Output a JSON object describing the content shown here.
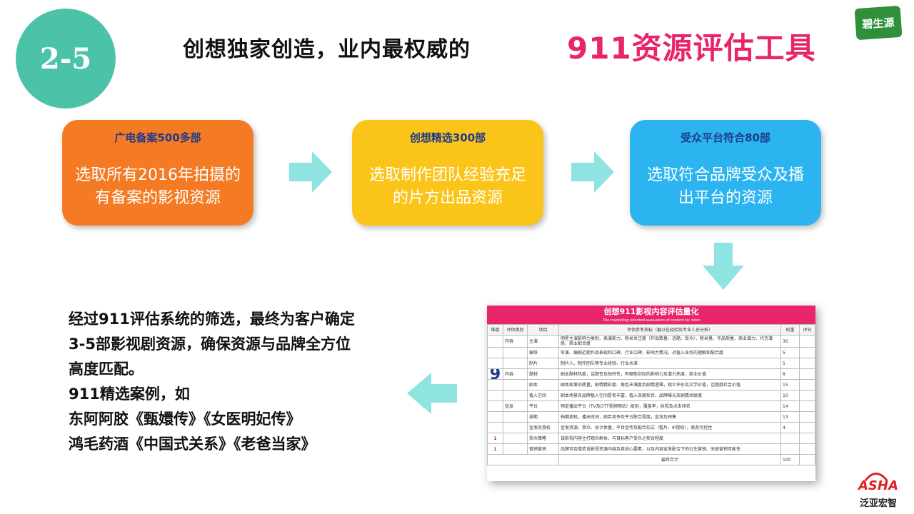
{
  "badge": "2-5",
  "title": {
    "main": "创想独家创造，业内最权威的",
    "accent": "911资源评估工具"
  },
  "logo_text": "碧生源",
  "steps": [
    {
      "head": "广电备案500多部",
      "body": "选取所有2016年拍摄的有备案的影视资源",
      "color": "#f47a24"
    },
    {
      "head": "创想精选300部",
      "body": "选取制作团队经验充足的片方出品资源",
      "color": "#fbc418"
    },
    {
      "head": "受众平台符合80部",
      "body": "选取符合品牌受众及播出平台的资源",
      "color": "#2bb4ef"
    }
  ],
  "summary": {
    "lines": [
      "经过911评估系统的筛选，最终为客户确定",
      "3-5部影视剧资源，确保资源与品牌全方位",
      "高度匹配。",
      "911精选案例，如",
      "东阿阿胶《甄嬛传》《女医明妃传》",
      "鸿毛药酒《中国式关系》《老爸当家》"
    ]
  },
  "table": {
    "title": "创想911影视内容评估量化",
    "subtitle": "The marketing oriented evaluation of content by inten",
    "headers": [
      "维度",
      "评估类别",
      "项目",
      "评估参考指标（据以往经验及专业人员分析）",
      "权重",
      "评分"
    ],
    "rows": [
      {
        "cat": "内容",
        "item": "主演",
        "desc": "明星主演影响力类别、表演能力、粉丝关注度（作品数量、话题、受众）、粉丝量、作品质量、商业潜力、代言潜质、商业配合度",
        "weight": "30"
      },
      {
        "cat": "",
        "item": "编导",
        "desc": "导演、编剧近期作品表现和口碑、行业口碑，影响力情况，对植入业务的理解和配合度",
        "weight": "5"
      },
      {
        "cat": "",
        "item": "制片",
        "desc": "制片人、制作团队等专业经验、行业水准",
        "weight": "5"
      },
      {
        "cat": "内容",
        "item": "题材",
        "desc": "剧本题材热度，话题性及独特性，有哪些实际的影响力及潜力热度，商业价值",
        "weight": "8"
      },
      {
        "cat": "",
        "item": "剧本",
        "desc": "剧本故事的质量，剧情精彩度、角色丰满度及剧情逻辑，观众评价及文学价值，话题度社会价值",
        "weight": "15"
      },
      {
        "cat": "",
        "item": "植入空间",
        "desc": "剧本场景及品牌植入空间是否丰富，植入深度契合，品牌曝光及剧情关联度",
        "weight": "10"
      },
      {
        "cat": "宣发",
        "item": "平台",
        "desc": "预定播出平台（TV及OTT视频网站）级别，覆盖率，收视及点击排名",
        "weight": "14"
      },
      {
        "cat": "",
        "item": "排期",
        "desc": "档期择机，播出时间，剧目竞争及平台配合程度，宣发及预售",
        "weight": "13"
      },
      {
        "cat": "",
        "item": "宣发及授权",
        "desc": "宣发资源、受众、总计体量，平台宣传及配合形式（看片、IP授权），商务可控性",
        "weight": "4"
      },
      {
        "cat": "",
        "item": "受众策略",
        "desc": "该影视内容主打观众群体，与目标客户受众之契合程度",
        "weight": ""
      },
      {
        "cat": "",
        "item": "营销营销",
        "desc": "品牌可否借势该影视资源内容及其核心要素，以及内容宣发配合下的衍生营销、关联营销可能性",
        "weight": ""
      }
    ],
    "total_label": "最终合计",
    "total_weight": "100",
    "nine_symbol": "9",
    "side_marks": [
      "1",
      "1"
    ]
  },
  "footer_logo": {
    "name": "ASHA",
    "sub": "泛亚宏智"
  }
}
